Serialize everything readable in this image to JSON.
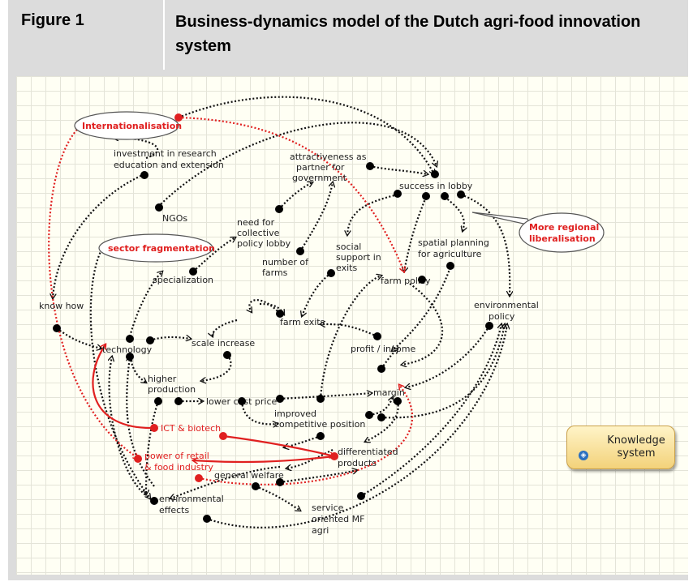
{
  "header": {
    "label": "Figure 1",
    "title": "Business-dynamics model of the Dutch agri-food innovation system"
  },
  "diagram": {
    "nodes": {
      "internationalisation": "Internationalisation",
      "investment_1": "investment in research",
      "investment_2": "education and extension",
      "attractiveness_1": "attractiveness as",
      "attractiveness_2": "partner for",
      "attractiveness_3": "government",
      "success_in_lobby": "success in lobby",
      "ngos": "NGOs",
      "need_1": "need for",
      "need_2": "collective",
      "need_3": "policy lobby",
      "more_regional_1": "More regional",
      "more_regional_2": "liberalisation",
      "spatial_1": "spatial planning",
      "spatial_2": "for agriculture",
      "sector_fragmentation": "sector fragmentation",
      "social_1": "social",
      "social_2": "support in",
      "social_3": "exits",
      "number_1": "number of",
      "number_2": "farms",
      "specialization": "specialization",
      "farm_policy": "farm policy",
      "know_how": "know how",
      "environmental_policy_1": "environmental",
      "environmental_policy_2": "policy",
      "farm_exits": "farm exits",
      "profit_income": "profit / income",
      "technology": "technology",
      "scale_increase": "scale increase",
      "higher_1": "higher",
      "higher_2": "production",
      "margin": "margin",
      "lower_cost_price": "lower cost price",
      "improved_1": "improved",
      "improved_2": "competitive position",
      "ict_biotech": "ICT & biotech",
      "differentiated_1": "differentiated",
      "differentiated_2": "products",
      "power_1": "power of retail",
      "power_2": "& food industry",
      "general_welfare": "general welfare",
      "environmental_effects_1": "environmental",
      "environmental_effects_2": "effects",
      "service_1": "service",
      "service_2": "oriented MF",
      "service_3": "agri"
    },
    "knowledge_system": "Knowledge system",
    "colors": {
      "causal_link": "#111111",
      "key_link": "#e02020",
      "bubble_text": "#e02020"
    }
  }
}
